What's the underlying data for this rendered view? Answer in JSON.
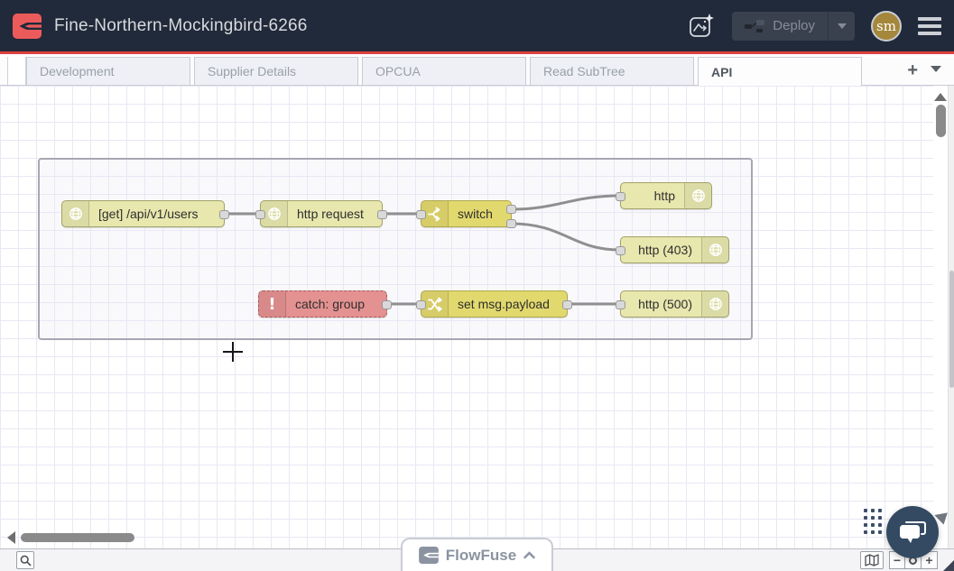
{
  "header": {
    "title": "Fine-Northern-Mockingbird-6266",
    "deploy": {
      "label": "Deploy",
      "enabled": false
    },
    "avatar": {
      "initials": "sm",
      "bg_color": "#a5873c"
    },
    "colors": {
      "bg": "#212a3a",
      "accent_red": "#dd3f3f",
      "logo_red": "#ec5b5b"
    }
  },
  "tab_bar": {
    "tabs": [
      {
        "label": "Development",
        "active": false
      },
      {
        "label": "Supplier Details",
        "active": false
      },
      {
        "label": "OPCUA",
        "active": false
      },
      {
        "label": "Read SubTree",
        "active": false
      },
      {
        "label": "API",
        "active": true
      }
    ],
    "add_button": "+"
  },
  "canvas": {
    "nodes": [
      {
        "id": "http_in",
        "label": "[get] /api/v1/users",
        "type": "http in",
        "color": "#e7e7ae",
        "icon": "globe-icon",
        "ports": "out"
      },
      {
        "id": "http_req",
        "label": "http request",
        "type": "http request",
        "color": "#e7e7ae",
        "icon": "globe-icon",
        "ports": "in,out"
      },
      {
        "id": "switch",
        "label": "switch",
        "type": "switch",
        "color": "#e2d96e",
        "icon": "switch-icon",
        "ports": "in,out,out"
      },
      {
        "id": "http_ok",
        "label": "http",
        "type": "http response",
        "color": "#e7e7ae",
        "icon": "globe-icon",
        "ports": "in"
      },
      {
        "id": "http_403",
        "label": "http (403)",
        "type": "http response",
        "color": "#e7e7ae",
        "icon": "globe-icon",
        "ports": "in"
      },
      {
        "id": "catch",
        "label": "catch: group",
        "type": "catch",
        "color": "#e49191",
        "icon": "alert-icon",
        "ports": "out"
      },
      {
        "id": "change",
        "label": "set msg.payload",
        "type": "change",
        "color": "#e2d96e",
        "icon": "change-icon",
        "ports": "in,out"
      },
      {
        "id": "http_500",
        "label": "http (500)",
        "type": "http response",
        "color": "#e7e7ae",
        "icon": "globe-icon",
        "ports": "in"
      }
    ],
    "wires": [
      {
        "from": "http_in",
        "to": "http_req"
      },
      {
        "from": "http_req",
        "to": "switch"
      },
      {
        "from": "switch:0",
        "to": "http_ok"
      },
      {
        "from": "switch:1",
        "to": "http_403"
      },
      {
        "from": "catch",
        "to": "change"
      },
      {
        "from": "change",
        "to": "http_500"
      }
    ],
    "wire_color": "#8f8f8f",
    "grid_color": "#e9e7f4"
  },
  "footer": {
    "brand": "FlowFuse",
    "zoom_out_label": "−",
    "zoom_in_label": "+"
  }
}
